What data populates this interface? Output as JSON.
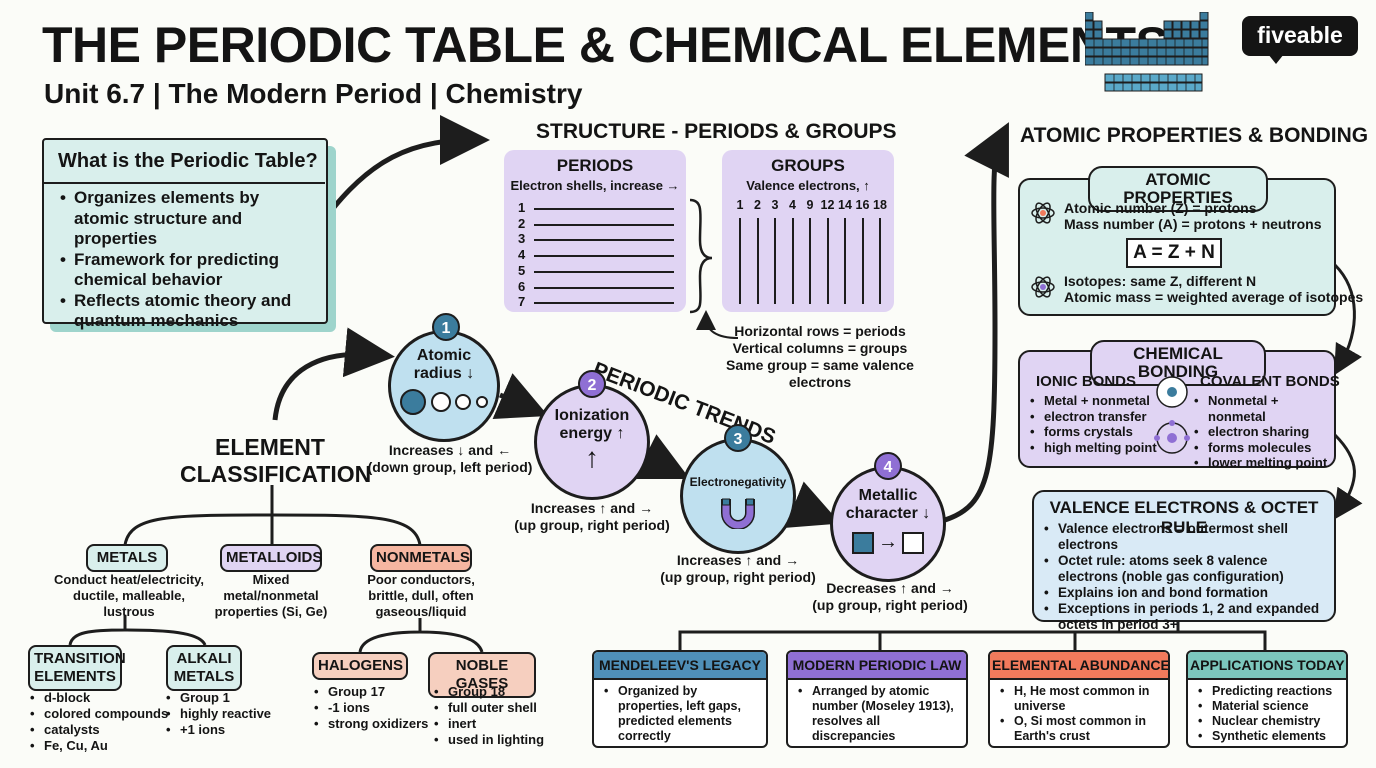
{
  "header": {
    "title": "THE PERIODIC TABLE & CHEMICAL ELEMENTS",
    "subtitle": "Unit 6.7 | The Modern Period | Chemistry",
    "logo": "fiveable",
    "icon": "periodic-table-icon"
  },
  "intro": {
    "heading": "What is the Periodic Table?",
    "items": [
      "Organizes elements by atomic structure and properties",
      "Framework for predicting chemical behavior",
      "Reflects atomic theory and quantum mechanics"
    ]
  },
  "structure": {
    "heading": "STRUCTURE - PERIODS & GROUPS",
    "periods": {
      "title": "PERIODS",
      "sub": "Electron shells, increase →",
      "rows": [
        "1",
        "2",
        "3",
        "4",
        "5",
        "6",
        "7"
      ]
    },
    "groups": {
      "title": "GROUPS",
      "sub": "Valence electrons, ↑",
      "cols": [
        "1",
        "2",
        "3",
        "4",
        "9",
        "12",
        "14",
        "16",
        "18"
      ]
    },
    "notes": [
      "Horizontal rows = periods",
      "Vertical columns = groups",
      "Same group = same valence electrons"
    ]
  },
  "trends": {
    "heading": "PERIODIC TRENDS",
    "items": [
      {
        "num": "1",
        "label_line1": "Atomic",
        "label_line2": "radius ↓",
        "note1": "Increases ↓ and ←",
        "note2": "(down group, left period)"
      },
      {
        "num": "2",
        "label_line1": "Ionization",
        "label_line2": "energy ↑",
        "symbol": "↑",
        "note1": "Increases ↑ and →",
        "note2": "(up group, right period)"
      },
      {
        "num": "3",
        "label_line1": "Electronegativity",
        "label_line2": "",
        "note1": "Increases ↑ and →",
        "note2": "(up group, right period)"
      },
      {
        "num": "4",
        "label_line1": "Metallic",
        "label_line2": "character ↓",
        "symbol": "→",
        "note1": "Decreases ↑ and →",
        "note2": "(up group, right period)"
      }
    ]
  },
  "classification": {
    "heading_line1": "ELEMENT",
    "heading_line2": "CLASSIFICATION",
    "metals": {
      "label": "METALS",
      "desc": [
        "Conduct heat/electricity,",
        "ductile, malleable,",
        "lustrous"
      ]
    },
    "metalloids": {
      "label": "METALLOIDS",
      "desc": [
        "Mixed",
        "metal/nonmetal",
        "properties (Si, Ge)"
      ]
    },
    "nonmetals": {
      "label": "NONMETALS",
      "desc": [
        "Poor conductors,",
        "brittle, dull, often",
        "gaseous/liquid"
      ]
    },
    "transition": {
      "label_line1": "TRANSITION",
      "label_line2": "ELEMENTS",
      "items": [
        "d-block",
        "colored compounds",
        "catalysts",
        "Fe, Cu, Au"
      ]
    },
    "alkali": {
      "label_line1": "ALKALI",
      "label_line2": "METALS",
      "items": [
        "Group 1",
        "highly reactive",
        "+1 ions"
      ]
    },
    "halogens": {
      "label": "HALOGENS",
      "items": [
        "Group 17",
        "-1 ions",
        "strong oxidizers"
      ]
    },
    "noble": {
      "label": "NOBLE GASES",
      "items": [
        "Group 18",
        "full outer shell",
        "inert",
        "used in lighting"
      ]
    }
  },
  "atomic": {
    "heading": "ATOMIC PROPERTIES & BONDING",
    "props": {
      "label": "ATOMIC PROPERTIES",
      "line1": "Atomic number (Z) = protons",
      "line2": "Mass number (A) = protons + neutrons",
      "formula": "A = Z + N",
      "line3": "Isotopes: same Z, different N",
      "line4": "Atomic mass = weighted average of isotopes"
    },
    "bonding": {
      "label": "CHEMICAL BONDING",
      "ionic_title": "IONIC BONDS",
      "ionic": [
        "Metal + nonmetal",
        "electron transfer",
        "forms crystals",
        "high melting point"
      ],
      "covalent_title": "COVALENT BONDS",
      "covalent": [
        "Nonmetal + nonmetal",
        "electron sharing",
        "forms molecules",
        "lower melting point"
      ]
    },
    "valence": {
      "label": "VALENCE ELECTRONS & OCTET RULE",
      "items": [
        "Valence electrons = outermost shell electrons",
        "Octet rule: atoms seek 8 valence electrons (noble gas configuration)",
        "Explains ion and bond formation",
        "Exceptions in periods 1, 2 and expanded octets in period 3+"
      ]
    }
  },
  "bottom": [
    {
      "label": "MENDELEEV'S LEGACY",
      "text": "Organized by properties, left gaps, predicted elements correctly",
      "color": "#4f8fb8"
    },
    {
      "label": "MODERN PERIODIC LAW",
      "text": "Arranged by atomic number (Moseley 1913), resolves all discrepancies",
      "color": "#8f6fd4"
    },
    {
      "label": "ELEMENTAL ABUNDANCE",
      "items": [
        "H, He most common in universe",
        "O, Si most common in Earth's crust"
      ],
      "color": "#f17a5c"
    },
    {
      "label": "APPLICATIONS TODAY",
      "items": [
        "Predicting reactions",
        "Material science",
        "Nuclear chemistry",
        "Synthetic elements"
      ],
      "color": "#7cc7bd"
    }
  ],
  "colors": {
    "teal": "#d9efec",
    "teal_dark": "#9ed4cc",
    "lavender": "#e0d4f3",
    "lavender_dark": "#b89ae6",
    "blue": "#bfe0ef",
    "coral": "#f6b6a1",
    "ink": "#1d1d1d"
  }
}
